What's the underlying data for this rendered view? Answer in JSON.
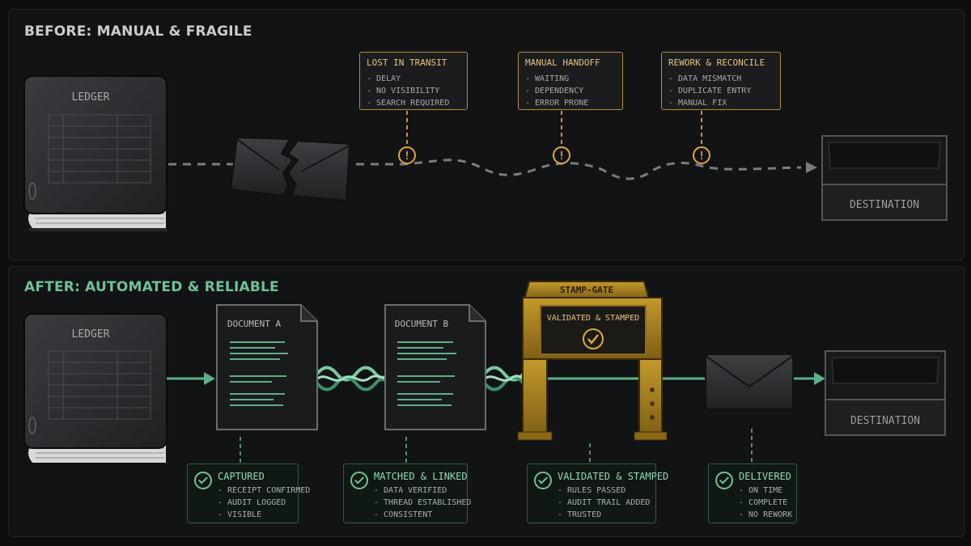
{
  "before": {
    "title": "BEFORE: MANUAL & FRAGILE",
    "ledger_label": "LEDGER",
    "destination_label": "DESTINATION",
    "callouts": [
      {
        "title": "LOST IN TRANSIT",
        "items": [
          "- DELAY",
          "- NO VISIBILITY",
          "- SEARCH REQUIRED"
        ]
      },
      {
        "title": "MANUAL HANDOFF",
        "items": [
          "- WAITING",
          "- DEPENDENCY",
          "- ERROR PRONE"
        ]
      },
      {
        "title": "REWORK & RECONCILE",
        "items": [
          "- DATA MISMATCH",
          "- DUPLICATE ENTRY",
          "- MANUAL FIX"
        ]
      }
    ],
    "warning_symbol": "!"
  },
  "after": {
    "title": "AFTER: AUTOMATED & RELIABLE",
    "ledger_label": "LEDGER",
    "document_a_label": "DOCUMENT A",
    "document_b_label": "DOCUMENT B",
    "gate_sign": "STAMP-GATE",
    "gate_panel": "VALIDATED & STAMPED",
    "destination_label": "DESTINATION",
    "statuses": [
      {
        "title": "CAPTURED",
        "items": [
          "- RECEIPT CONFIRMED",
          "- AUDIT LOGGED",
          "- VISIBLE"
        ]
      },
      {
        "title": "MATCHED & LINKED",
        "items": [
          "- DATA VERIFIED",
          "- THREAD ESTABLISHED",
          "- CONSISTENT"
        ]
      },
      {
        "title": "VALIDATED & STAMPED",
        "items": [
          "- RULES PASSED",
          "- AUDIT TRAIL ADDED",
          "- TRUSTED"
        ]
      },
      {
        "title": "DELIVERED",
        "items": [
          "- ON TIME",
          "- COMPLETE",
          "- NO REWORK"
        ]
      }
    ]
  },
  "colors": {
    "warning": "#e3a53d",
    "success": "#6fc295",
    "gate": "#b58a22",
    "background": "#0c0d0f"
  },
  "icons": [
    "book-icon",
    "broken-envelope-icon",
    "warning-icon",
    "inbox-tray-icon",
    "document-icon",
    "braided-link-icon",
    "stamp-gate-icon",
    "checkmark-icon",
    "envelope-icon"
  ]
}
